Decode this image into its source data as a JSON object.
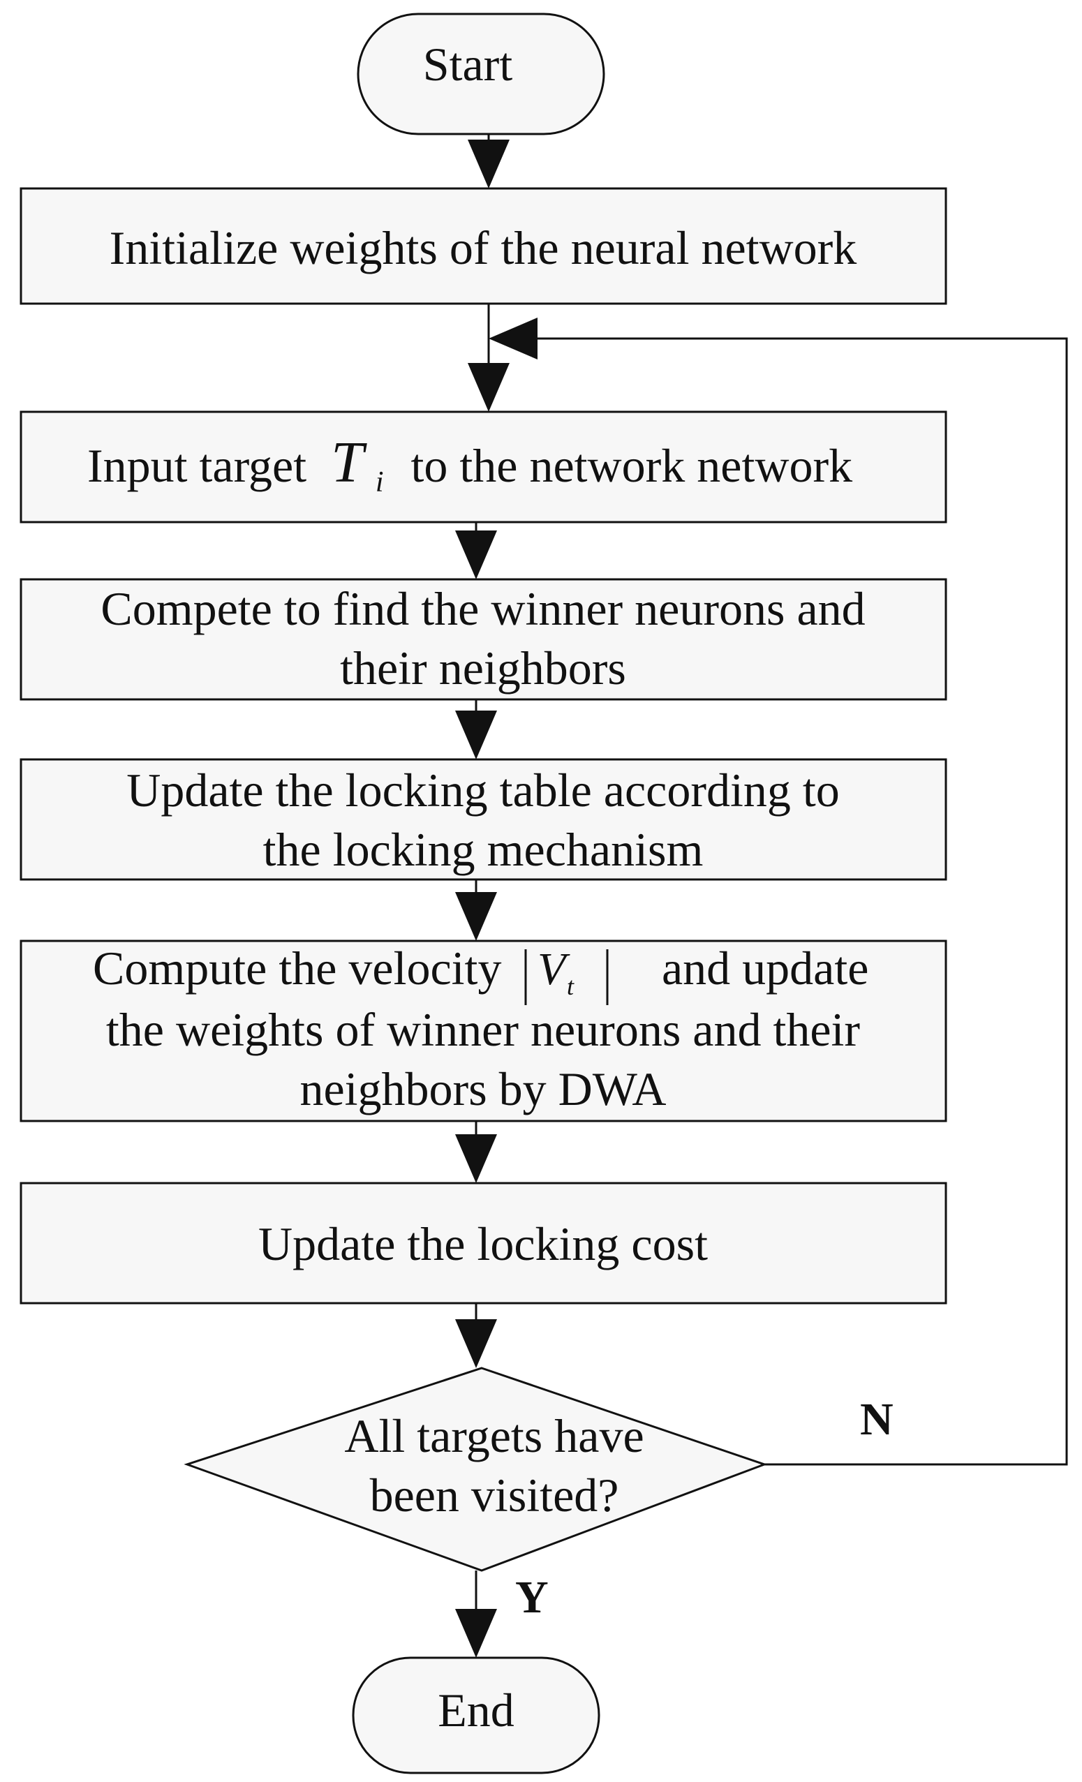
{
  "nodes": {
    "start": {
      "label": "Start"
    },
    "init": {
      "label": "Initialize weights of the neural network"
    },
    "input": {
      "prefix": "Input target",
      "symbol": "T",
      "subscript": "i",
      "suffix": "to the network network"
    },
    "compete": {
      "line1": "Compete to find the winner neurons and",
      "line2": "their neighbors"
    },
    "update_table": {
      "line1": "Update the locking table according to",
      "line2": "the locking mechanism"
    },
    "compute": {
      "line1_prefix": "Compute the velocity",
      "symbol": "V",
      "subscript": "t",
      "line1_suffix": "and update",
      "line2": "the weights of winner neurons and their",
      "line3": "neighbors by DWA"
    },
    "update_cost": {
      "label": "Update the locking cost"
    },
    "decision": {
      "line1": "All targets have",
      "line2": "been visited?"
    },
    "end": {
      "label": "End"
    }
  },
  "edges": {
    "no_label": "N",
    "yes_label": "Y"
  }
}
